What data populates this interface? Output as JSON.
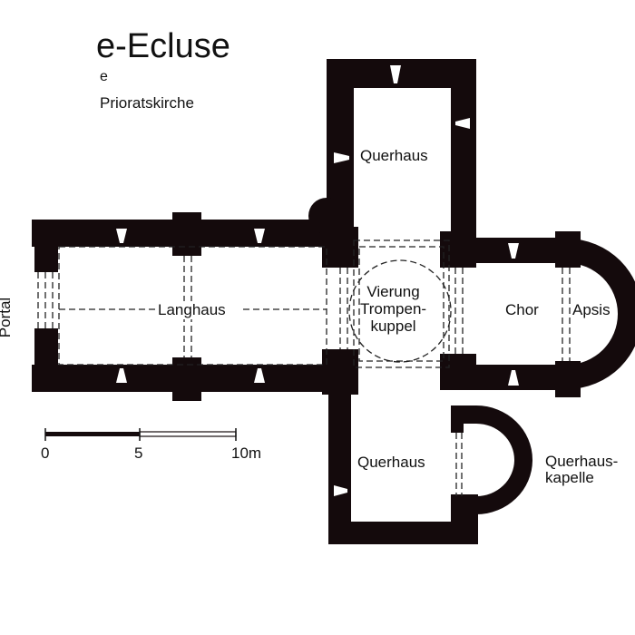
{
  "title": "e-Ecluse",
  "subtitle_line1": "e",
  "subtitle_line2": "Prioratskirche",
  "labels": {
    "portal": "Portal",
    "langhaus": "Langhaus",
    "querhaus_north": "Querhaus",
    "querhaus_south": "Querhaus",
    "vierung_1": "Vierung",
    "vierung_2": "Trompen-",
    "vierung_3": "kuppel",
    "chor": "Chor",
    "apsis": "Apsis",
    "kapelle_1": "Querhaus-",
    "kapelle_2": "kapelle"
  },
  "scale": {
    "ticks": [
      "0",
      "5",
      "10m"
    ]
  },
  "colors": {
    "wall": "#140a0c",
    "line": "#222222"
  }
}
